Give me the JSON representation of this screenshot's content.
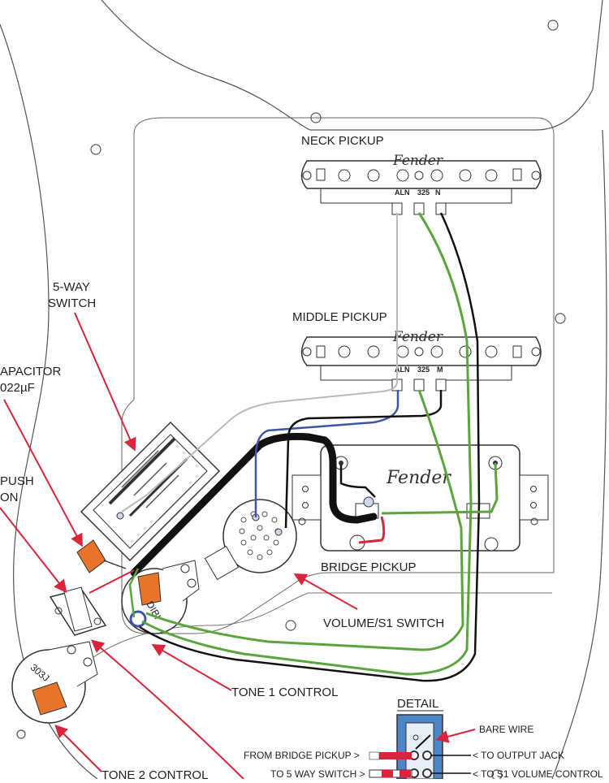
{
  "labels": {
    "neck_pickup": "NECK PICKUP",
    "middle_pickup": "MIDDLE PICKUP",
    "bridge_pickup": "BRIDGE PICKUP",
    "five_way_line1": "5-WAY",
    "five_way_line2": "SWITCH",
    "capacitor_line1": "APACITOR",
    "capacitor_line2": "022µF",
    "push_line1": "PUSH",
    "push_line2": "ON",
    "volume_s1": "VOLUME/S1 SWITCH",
    "tone1": "TONE 1 CONTROL",
    "tone2": "TONE 2 CONTROL",
    "detail": "DETAIL",
    "bare_wire": "BARE WIRE",
    "from_bridge": "FROM BRIDGE PICKUP >",
    "to_five_way": "TO 5 WAY SWITCH >",
    "to_output": "< TO OUTPUT JACK",
    "to_s1_volume": "< TO S1 VOLUME CONTROL"
  },
  "pickups": {
    "neck": {
      "aln": "ALN",
      "num": "325",
      "pol": "N",
      "brand": "Fender"
    },
    "middle": {
      "aln": "ALN",
      "num": "325",
      "pol": "M",
      "brand": "Fender"
    },
    "bridge": {
      "brand": "Fender"
    }
  },
  "components": {
    "tone1_cap": "DIBI",
    "tone2_cap": "303J"
  },
  "colors": {
    "annotation_arrow": "#d9253b",
    "wire_green": "#5aa63c",
    "wire_black": "#111111",
    "wire_blue": "#3f55a8",
    "wire_red": "#d9253b",
    "wire_white": "#bbbbbb",
    "capacitor_orange": "#e8742a",
    "detail_blue": "#4a86c8"
  }
}
